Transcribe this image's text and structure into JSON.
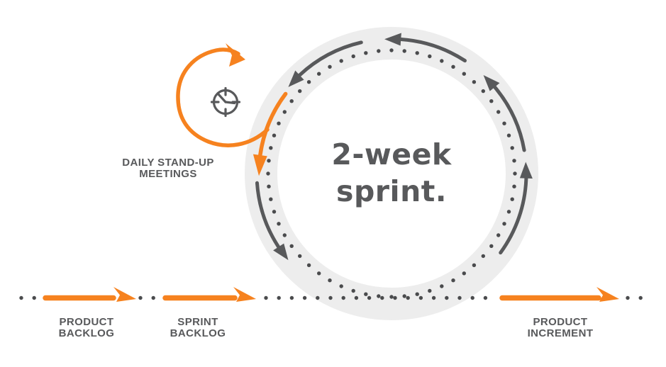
{
  "diagram": {
    "title": {
      "line1": "2-week",
      "line2": "sprint."
    },
    "labels": {
      "daily_standup": {
        "line1": "DAILY STAND-UP",
        "line2": "MEETINGS"
      },
      "product_backlog": {
        "line1": "PRODUCT",
        "line2": "BACKLOG"
      },
      "sprint_backlog": {
        "line1": "SPRINT",
        "line2": "BACKLOG"
      },
      "product_increment": {
        "line1": "PRODUCT",
        "line2": "INCREMENT"
      }
    },
    "icons": {
      "clock": "clock-icon"
    },
    "colors": {
      "accent_orange": "#F6821F",
      "dark_gray": "#58595B",
      "dot_gray": "#4A4B4D",
      "ring_gray": "#EDEDED",
      "background": "#FFFFFF"
    }
  }
}
